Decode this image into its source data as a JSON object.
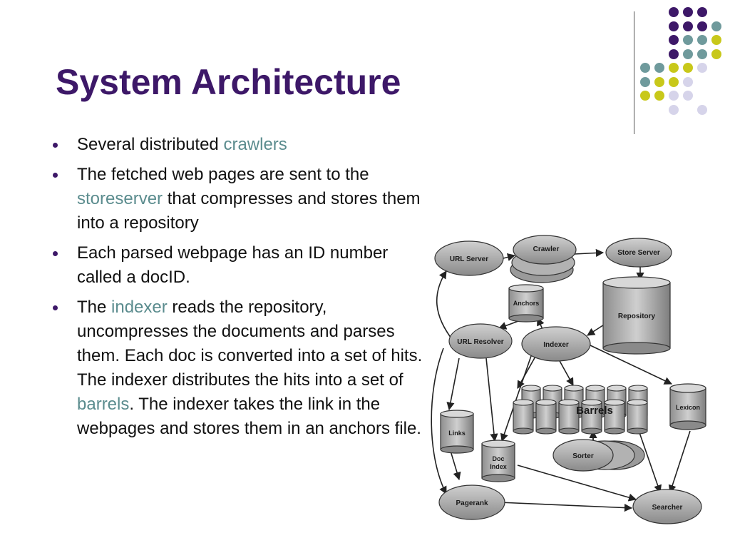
{
  "title": "System Architecture",
  "colors": {
    "title": "#3d1868",
    "highlight": "#5b8c8e",
    "dot_purple": "#3d1868",
    "dot_teal": "#6f9a9c",
    "dot_yellow": "#c8c81a",
    "dot_lavender": "#d6d4ea"
  },
  "bullets": [
    {
      "parts": [
        {
          "text": "Several distributed ",
          "hl": false
        },
        {
          "text": "crawlers",
          "hl": true
        }
      ]
    },
    {
      "parts": [
        {
          "text": "The fetched web pages are sent to the ",
          "hl": false
        },
        {
          "text": "storeserver",
          "hl": true
        },
        {
          "text": " that compresses and stores them into a repository",
          "hl": false
        }
      ]
    },
    {
      "parts": [
        {
          "text": "Each parsed webpage has an ID number called a docID.",
          "hl": false
        }
      ]
    },
    {
      "parts": [
        {
          "text": "The ",
          "hl": false
        },
        {
          "text": "indexer",
          "hl": true
        },
        {
          "text": " reads the repository, uncompresses the documents and parses them. Each doc is converted into a set of hits. The indexer distributes the hits into a set of ",
          "hl": false
        },
        {
          "text": "barrels",
          "hl": true
        },
        {
          "text": ". The indexer takes the link in the webpages and stores them in an anchors file.",
          "hl": false
        }
      ]
    }
  ],
  "diagram": {
    "labels": {
      "url_server": "URL Server",
      "crawler": "Crawler",
      "store_server": "Store Server",
      "repository": "Repository",
      "anchors": "Anchors",
      "url_resolver": "URL Resolver",
      "indexer": "Indexer",
      "barrels": "Barrels",
      "lexicon": "Lexicon",
      "links": "Links",
      "doc_index_1": "Doc",
      "doc_index_2": "Index",
      "sorter": "Sorter",
      "pagerank": "Pagerank",
      "searcher": "Searcher"
    }
  }
}
